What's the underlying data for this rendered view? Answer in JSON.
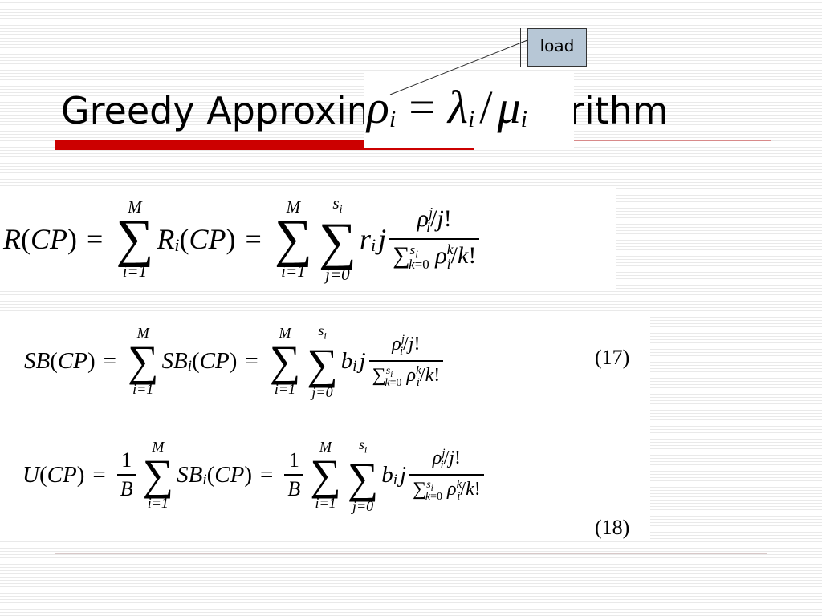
{
  "slide": {
    "title": "Greedy Approximation Algorithm"
  },
  "callout": {
    "label": "load"
  },
  "equations": {
    "eq17_number": "(17)",
    "eq18_number": "(18)"
  }
}
